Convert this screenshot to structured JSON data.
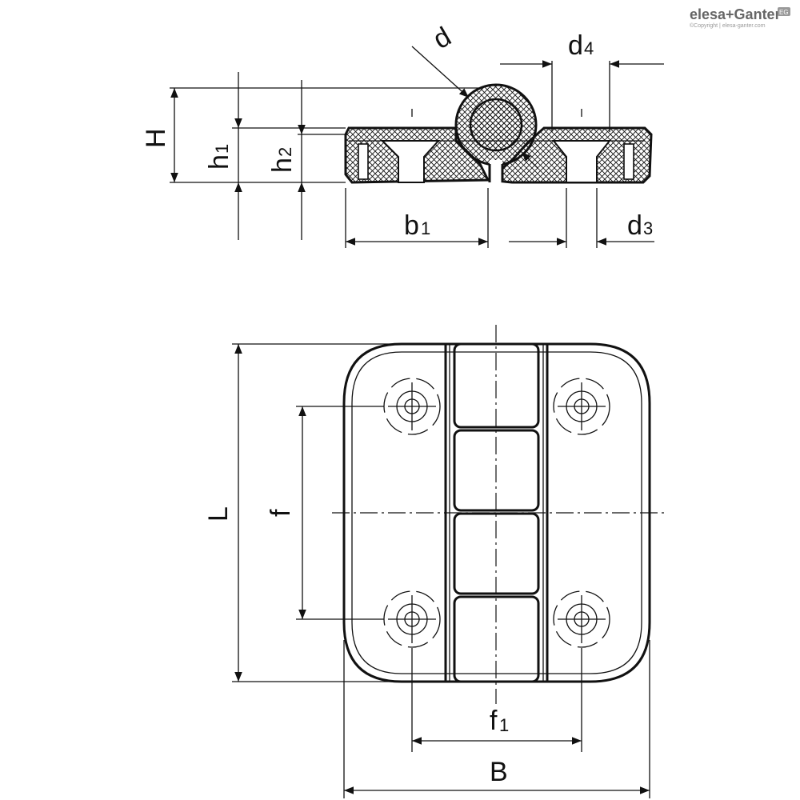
{
  "brand": {
    "name": "elesa+Ganter",
    "copyright": "©Copyright | elesa-ganter.com",
    "badge": "EG"
  },
  "labels": {
    "d": "d",
    "d4_main": "d",
    "d4_sub": "4",
    "H": "H",
    "h1_main": "h",
    "h1_sub": "1",
    "h2_main": "h",
    "h2_sub": "2",
    "b1_main": "b",
    "b1_sub": "1",
    "d3_main": "d",
    "d3_sub": "3",
    "L": "L",
    "f": "f",
    "f1_main": "f",
    "f1_sub": "1",
    "B": "B"
  }
}
